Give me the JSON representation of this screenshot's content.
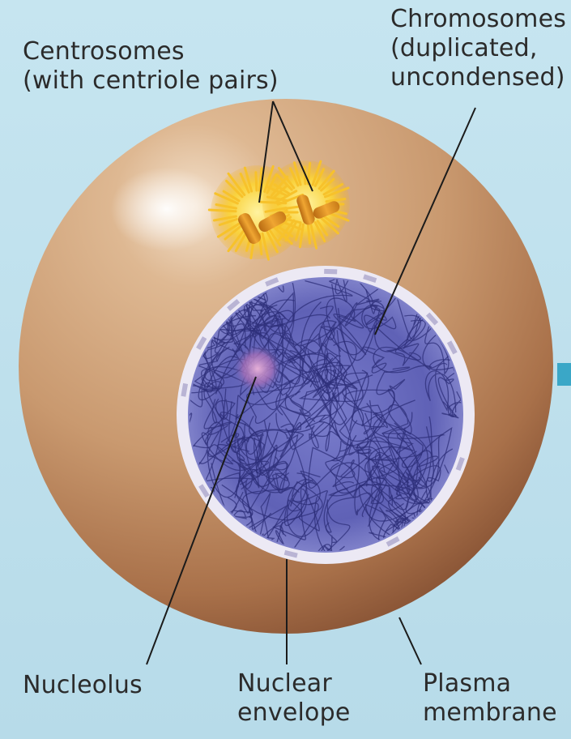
{
  "labels": {
    "centrosomes": [
      "Centrosomes",
      "(with centriole pairs)"
    ],
    "chromosomes": [
      "Chromosomes",
      "(duplicated,",
      "uncondensed)"
    ],
    "nucleolus": [
      "Nucleolus"
    ],
    "nuclear_envelope": [
      "Nuclear",
      "envelope"
    ],
    "plasma_membrane": [
      "Plasma",
      "membrane"
    ]
  },
  "colors": {
    "background": "#bfe0ec",
    "cytoplasm": "#c99a70",
    "cell_edge": "#8a5a3a",
    "nucleus": "#5a5cb0",
    "nuclear_envelope": "#e8e6f2",
    "chromatin": "#2e2f7a",
    "centrosome": "#f6c531",
    "centriole": "#e08f1a",
    "accent": "#3aa7c7"
  }
}
